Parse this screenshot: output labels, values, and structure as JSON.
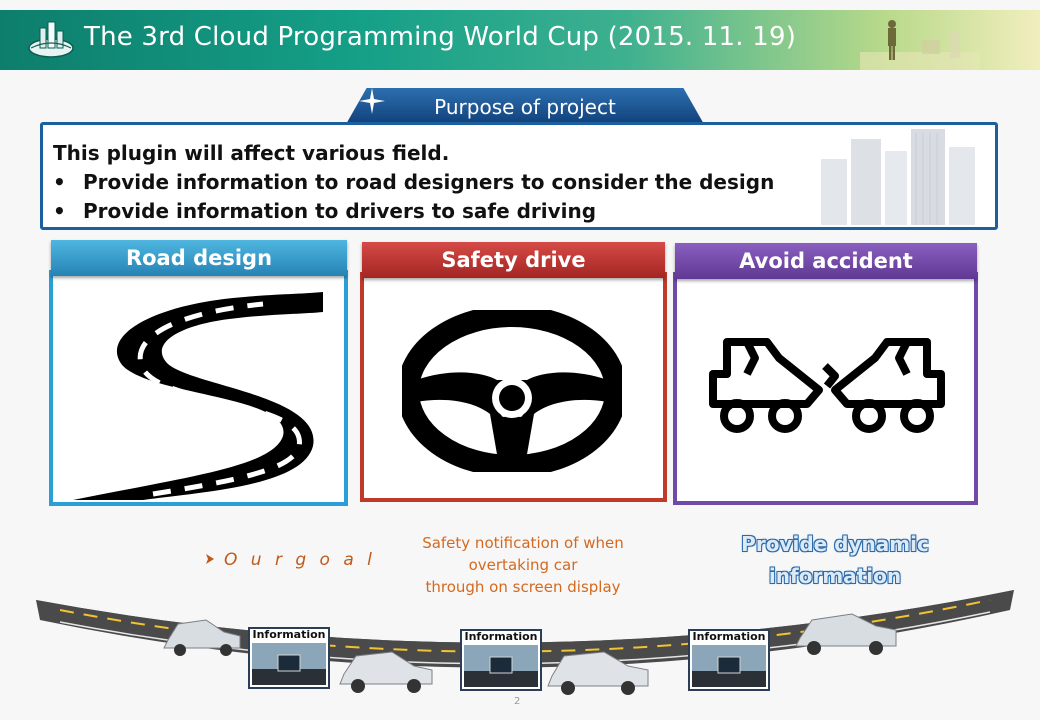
{
  "header": {
    "title": "The 3rd Cloud Programming World Cup  (2015. 11. 19)"
  },
  "purpose": {
    "label": "Purpose of project"
  },
  "info": {
    "lead": "This plugin will affect various field.",
    "bullets": [
      "Provide information to road designers to consider the design",
      "Provide information to drivers to safe driving"
    ],
    "bullet_char": "•"
  },
  "cards": [
    {
      "title": "Road design",
      "icon": "road-icon",
      "color": "#2a9fd6"
    },
    {
      "title": "Safety drive",
      "icon": "steering-wheel-icon",
      "color": "#c0392b"
    },
    {
      "title": "Avoid accident",
      "icon": "car-crash-icon",
      "color": "#6f4aa8"
    }
  ],
  "captions": {
    "goal": "O u r  g o a l",
    "safety_lines": [
      "Safety notification of when",
      "overtaking car",
      "through on screen display"
    ],
    "dynamic_lines": [
      "Provide dynamic",
      "information"
    ]
  },
  "info_panels": [
    "Information",
    "Information",
    "Information"
  ],
  "page_number": "2"
}
